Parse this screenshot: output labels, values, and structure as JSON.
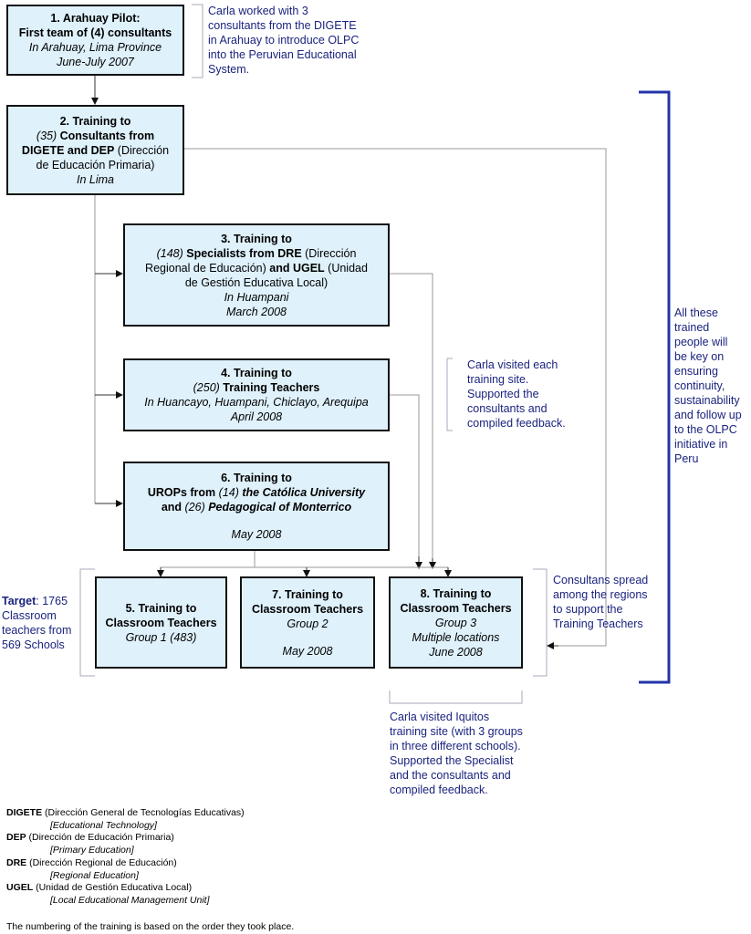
{
  "boxes": {
    "b1": {
      "title": "1. Arahuay Pilot:",
      "line2": "First team of (4) consultants",
      "line3": "In Arahuay, Lima Province",
      "line4": "June-July 2007"
    },
    "b2": {
      "title": "2. Training to",
      "count": "(35)",
      "line2_rest": " Consultants from",
      "line3_bold": "DIGETE and DEP",
      "line3_rest": " (Dirección",
      "line4": "de Educación Primaria)",
      "line5": "In Lima"
    },
    "b3": {
      "title": "3. Training to",
      "count": "(148)",
      "line2_bold": " Specialists from DRE",
      "line2_rest": " (Dirección",
      "line3_pre": "Regional de Educación)",
      "line3_bold": " and UGEL",
      "line3_rest": " (Unidad",
      "line4": "de Gestión Educativa Local)",
      "line5": "In Huampani",
      "line6": "March 2008"
    },
    "b4": {
      "title": "4. Training to",
      "count": "(250)",
      "line2_bold": " Training Teachers",
      "line3": "In Huancayo, Huampani, Chiclayo, Arequipa",
      "line4": "April 2008"
    },
    "b6": {
      "title": "6. Training to",
      "line2_bold": "UROPs from ",
      "line2_count": "(14)",
      "line2_bi": " the Católica University",
      "line3_bold": "and ",
      "line3_count": "(26)",
      "line3_bi": " Pedagogical of Monterrico",
      "line4": "May 2008"
    },
    "b5": {
      "title": "5. Training to",
      "line2": "Classroom Teachers",
      "line3": "Group 1 (483)"
    },
    "b7": {
      "title": "7. Training to",
      "line2": "Classroom Teachers",
      "line3": "Group 2",
      "line4": "May 2008"
    },
    "b8": {
      "title": "8. Training to",
      "line2": "Classroom Teachers",
      "line3": "Group 3",
      "line4": "Multiple locations",
      "line5": "June 2008"
    }
  },
  "notes": {
    "n1": [
      "Carla worked with 3",
      "consultants from the DIGETE",
      "in Arahuay to introduce OLPC",
      "into the Peruvian Educational",
      "System."
    ],
    "n2": [
      "Carla visited each",
      "training site.",
      "Supported the",
      "consultants and",
      "compiled feedback."
    ],
    "n3": [
      "All these",
      "trained",
      "people will",
      "be key on",
      "ensuring",
      "continuity,",
      "sustainability",
      "and follow up",
      "to the OLPC",
      "initiative in",
      "Peru"
    ],
    "n4": [
      "Consultans spread",
      "among the regions",
      "to support the",
      "Training Teachers"
    ],
    "n5": [
      "Carla visited Iquitos",
      "training site (with 3 groups",
      "in three different schools).",
      "Supported the Specialist",
      "and the consultants and",
      "compiled feedback."
    ],
    "target_bold": "Target",
    "target_rest": ": 1765",
    "target_lines": [
      "Classroom",
      "teachers from",
      "569 Schools"
    ]
  },
  "legend": [
    {
      "abbr": "DIGETE",
      "full": " (Dirección General de Tecnologías Educativas)",
      "en": "[Educational Technology]"
    },
    {
      "abbr": "DEP",
      "full": " (Dirección de Educación Primaria)",
      "en": "[Primary Education]"
    },
    {
      "abbr": "DRE",
      "full": " (Dirección Regional de Educación)",
      "en": "[Regional Education]"
    },
    {
      "abbr": "UGEL",
      "full": " (Unidad de Gestión Educativa Local)",
      "en": "[Local Educational Management Unit]"
    }
  ],
  "footnote": "The numbering of the training is based on the order they took place.",
  "colors": {
    "box_fill": "#dff1fb",
    "note_text": "#1a237e",
    "bracket": "#2233aa",
    "connector": "#999999"
  }
}
